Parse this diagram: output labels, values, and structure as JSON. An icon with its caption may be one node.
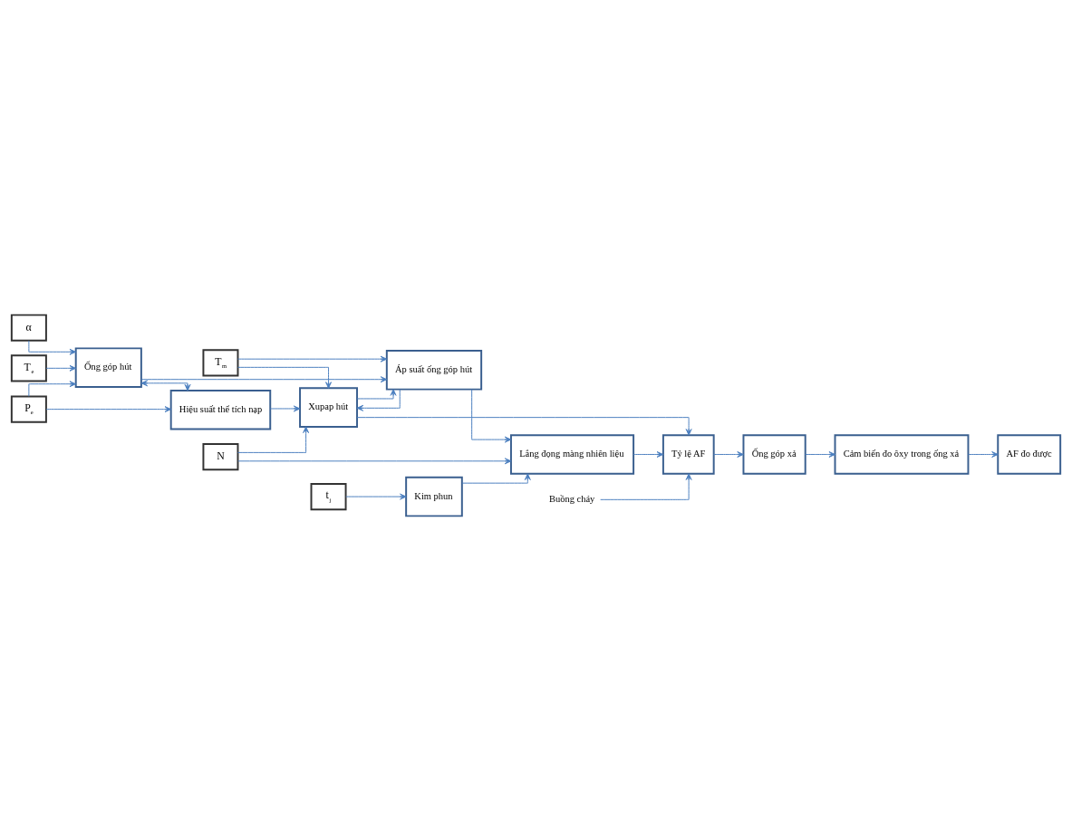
{
  "diagram": {
    "nodes": [
      {
        "text": [
          "N"
        ]
      },
      {
        "text": [
          "α"
        ]
      },
      {
        "text": [
          "T$_{e}$"
        ]
      },
      {
        "text": [
          "P$_{e}$"
        ]
      },
      {
        "text": [
          "Ống góp hút"
        ]
      },
      {
        "text": [
          "Áp suất ống góp hút"
        ]
      },
      {
        "text": [
          "Hiệu suất thể tích nạp"
        ]
      },
      {
        "text": [
          "Xupap hút"
        ]
      },
      {
        "text": [
          "T$_{m}$"
        ]
      },
      {
        "text": [
          "Lắng đọng màng nhiên liệu"
        ]
      },
      {
        "text": [
          "t$_{j}$"
        ]
      },
      {
        "text": [
          "Kim phun"
        ]
      },
      {
        "text": [
          "Tỷ lệ AF"
        ]
      },
      {
        "text": [
          "Buồng cháy"
        ]
      },
      {
        "text": [
          "Ống góp xả"
        ]
      },
      {
        "text": [
          "Cảm biến đo ôxy trong ống xả"
        ]
      },
      {
        "text": [
          "AF đo được"
        ]
      }
    ],
    "edges": [
      {
        "from": 0,
        "to": 7,
        "arrow": "to"
      },
      {
        "from": 0,
        "to": 9,
        "arrow": "to"
      },
      {
        "from": 1,
        "to": 4,
        "arrow": "to"
      },
      {
        "from": 2,
        "to": 4,
        "arrow": "to"
      },
      {
        "from": 3,
        "to": 4,
        "arrow": "to"
      },
      {
        "from": 3,
        "to": 6,
        "arrow": "to"
      },
      {
        "from": 4,
        "to": 6,
        "arrow": "both"
      },
      {
        "from": 4,
        "to": 5,
        "arrow": "to"
      },
      {
        "from": 5,
        "to": 7,
        "arrow": "to"
      },
      {
        "from": 5,
        "to": 9,
        "arrow": "to"
      },
      {
        "from": 6,
        "to": 7,
        "arrow": "to"
      },
      {
        "from": 7,
        "to": 5,
        "arrow": "to"
      },
      {
        "from": 7,
        "to": 12,
        "arrow": "to"
      },
      {
        "from": 8,
        "to": 5,
        "arrow": "to"
      },
      {
        "from": 8,
        "to": 7,
        "arrow": "to"
      },
      {
        "from": 10,
        "to": 11,
        "arrow": "to"
      },
      {
        "from": 11,
        "to": 9,
        "arrow": "to"
      },
      {
        "from": 9,
        "to": 12,
        "arrow": "to"
      },
      {
        "from": 13,
        "to": 12,
        "arrow": "to"
      },
      {
        "from": 12,
        "to": 14,
        "arrow": "to"
      },
      {
        "from": 14,
        "to": 15,
        "arrow": "to"
      },
      {
        "from": 15,
        "to": 16,
        "arrow": "to"
      }
    ]
  }
}
